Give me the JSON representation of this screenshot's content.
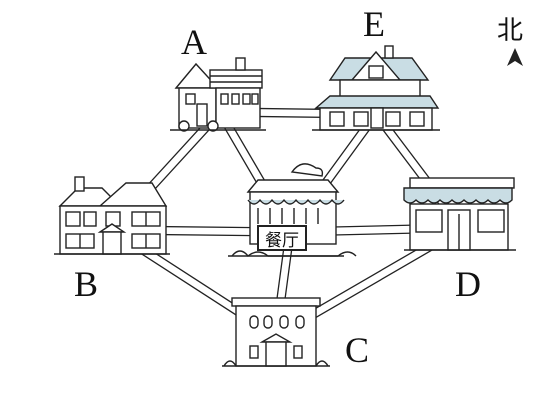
{
  "title": "",
  "north_label": "北",
  "nodes": {
    "A": {
      "label": "A"
    },
    "B": {
      "label": "B"
    },
    "C": {
      "label": "C"
    },
    "D": {
      "label": "D"
    },
    "E": {
      "label": "E"
    },
    "R": {
      "label": "餐厅"
    }
  },
  "roads": [
    [
      "A",
      "B"
    ],
    [
      "A",
      "E"
    ],
    [
      "A",
      "R"
    ],
    [
      "E",
      "R"
    ],
    [
      "E",
      "D"
    ],
    [
      "B",
      "R"
    ],
    [
      "R",
      "D"
    ],
    [
      "B",
      "C"
    ],
    [
      "R",
      "C"
    ],
    [
      "D",
      "C"
    ]
  ],
  "colors": {
    "ink": "#222222",
    "awning": "#c9dde4",
    "roof": "#bcd4dc"
  }
}
